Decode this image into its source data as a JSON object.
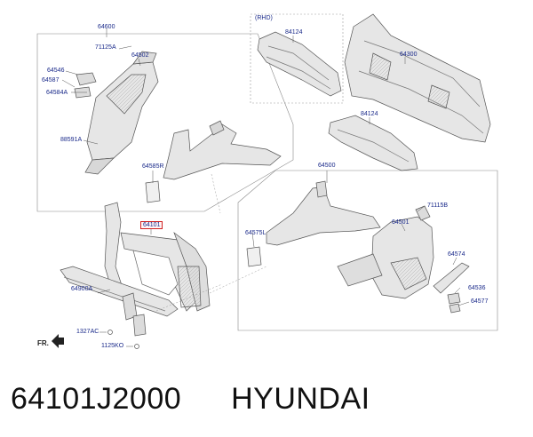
{
  "caption": {
    "part_number": "64101J2000",
    "brand": "HYUNDAI"
  },
  "direction_label": "FR.",
  "group_labels": {
    "left_upper": "64600",
    "rhd_tag": "(RHD)",
    "right_lower": "64500"
  },
  "part_labels": [
    {
      "id": "71125A",
      "text": "71125A"
    },
    {
      "id": "64502",
      "text": "64502"
    },
    {
      "id": "64546",
      "text": "64546"
    },
    {
      "id": "64587",
      "text": "64587"
    },
    {
      "id": "64584A",
      "text": "64584A"
    },
    {
      "id": "88591A",
      "text": "88591A"
    },
    {
      "id": "64585R",
      "text": "64585R"
    },
    {
      "id": "84124-top",
      "text": "84124"
    },
    {
      "id": "84124-mid",
      "text": "84124"
    },
    {
      "id": "64300",
      "text": "64300"
    },
    {
      "id": "64101",
      "text": "64101",
      "highlight": true
    },
    {
      "id": "64900A",
      "text": "64900A"
    },
    {
      "id": "1327AC",
      "text": "1327AC"
    },
    {
      "id": "1125KO",
      "text": "1125KO"
    },
    {
      "id": "64575L",
      "text": "64575L"
    },
    {
      "id": "71115B",
      "text": "71115B"
    },
    {
      "id": "64501",
      "text": "64501"
    },
    {
      "id": "64574",
      "text": "64574"
    },
    {
      "id": "64536",
      "text": "64536"
    },
    {
      "id": "64577",
      "text": "64577"
    }
  ],
  "colors": {
    "part_fill": "#e8e8e8",
    "part_stroke": "#555555",
    "label_text": "#1a2a8a",
    "highlight_box": "#d02020",
    "frame_line": "#888888"
  }
}
